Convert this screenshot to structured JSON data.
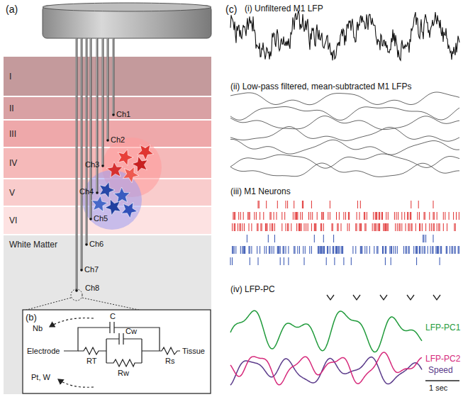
{
  "diagram": {
    "nodes": [
      {
        "text": [
          "I"
        ]
      },
      {
        "text": [
          "II"
        ]
      },
      {
        "text": [
          "III"
        ]
      },
      {
        "text": [
          "IV"
        ]
      },
      {
        "text": [
          "V"
        ]
      },
      {
        "text": [
          "VI"
        ]
      },
      {
        "text": [
          "White Matter"
        ]
      },
      {
        "text": [
          "(b)"
        ],
        "in": 6
      }
    ],
    "labels": [
      "(a)",
      "Ch1",
      "Ch2",
      "Ch3",
      "Ch4",
      "Ch5",
      "Ch6",
      "Ch7",
      "Ch8",
      "Nb",
      "Electrode",
      "Pt, W",
      "C",
      "Cw",
      "RT",
      "Rw",
      "Rs",
      "Tissue",
      "(c)",
      "(i) Unfiltered M1 LFP",
      "(ii) Low-pass filtered, mean-subtracted M1 LFPs",
      "(iii) M1 Neurons",
      "(iv) LFP-PC",
      "LFP-PC1",
      "LFP-PC2",
      "Speed",
      "1 sec"
    ]
  }
}
